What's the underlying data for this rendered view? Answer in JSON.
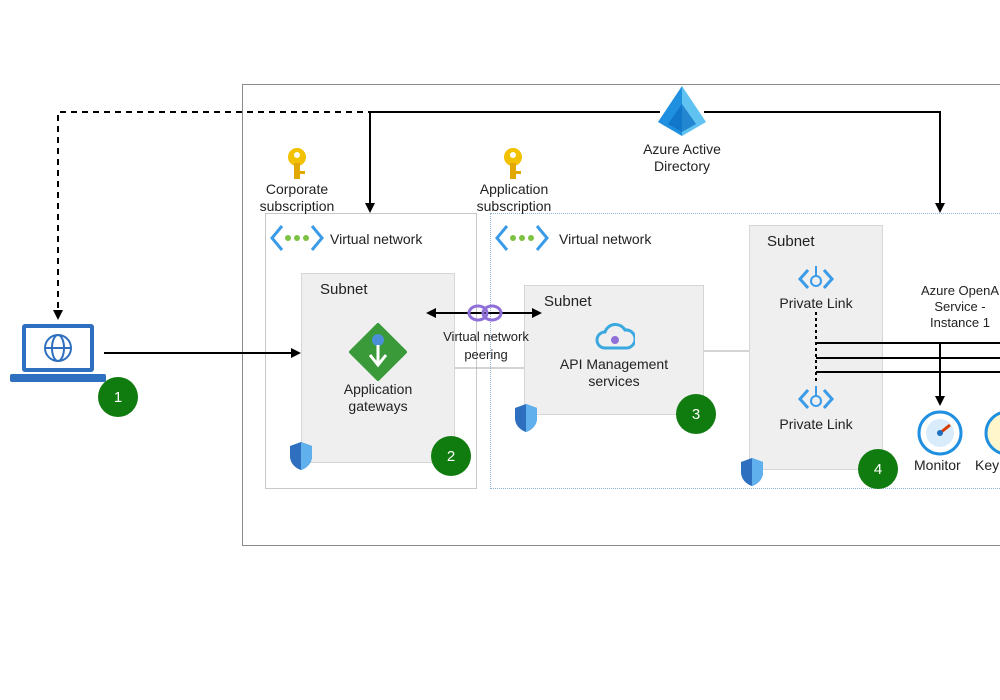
{
  "aad": {
    "line1": "Azure Active",
    "line2": "Directory"
  },
  "subscriptions": {
    "corporate": {
      "line1": "Corporate",
      "line2": "subscription"
    },
    "application": {
      "line1": "Application",
      "line2": "subscription"
    }
  },
  "vnets": {
    "corporate_label": "Virtual network",
    "application_label": "Virtual network"
  },
  "subnets": {
    "gateway_title": "Subnet",
    "apim_title": "Subnet",
    "private_title": "Subnet"
  },
  "gateway": {
    "line1": "Application",
    "line2": "gateways"
  },
  "peering": {
    "line1": "Virtual network",
    "line2": "peering"
  },
  "apim": {
    "line1": "API Management",
    "line2": "services"
  },
  "private_links": {
    "top": "Private Link",
    "bottom": "Private Link"
  },
  "openai": {
    "line1": "Azure OpenA",
    "line2": "Service -",
    "line3": "Instance 1"
  },
  "monitor": "Monitor",
  "key_vault": "Key",
  "steps": [
    "1",
    "2",
    "3",
    "4"
  ],
  "colors": {
    "step_green": "#107c10",
    "azure_blue": "#0078d4",
    "gateway_green": "#3a9a3a",
    "key_gold": "#f2c100"
  },
  "icons": [
    "laptop-icon",
    "azure-ad-icon",
    "key-icon",
    "vnet-icon",
    "application-gateway-icon",
    "peering-icon",
    "apim-icon",
    "private-link-icon",
    "shield-icon",
    "monitor-icon",
    "key-vault-icon"
  ]
}
